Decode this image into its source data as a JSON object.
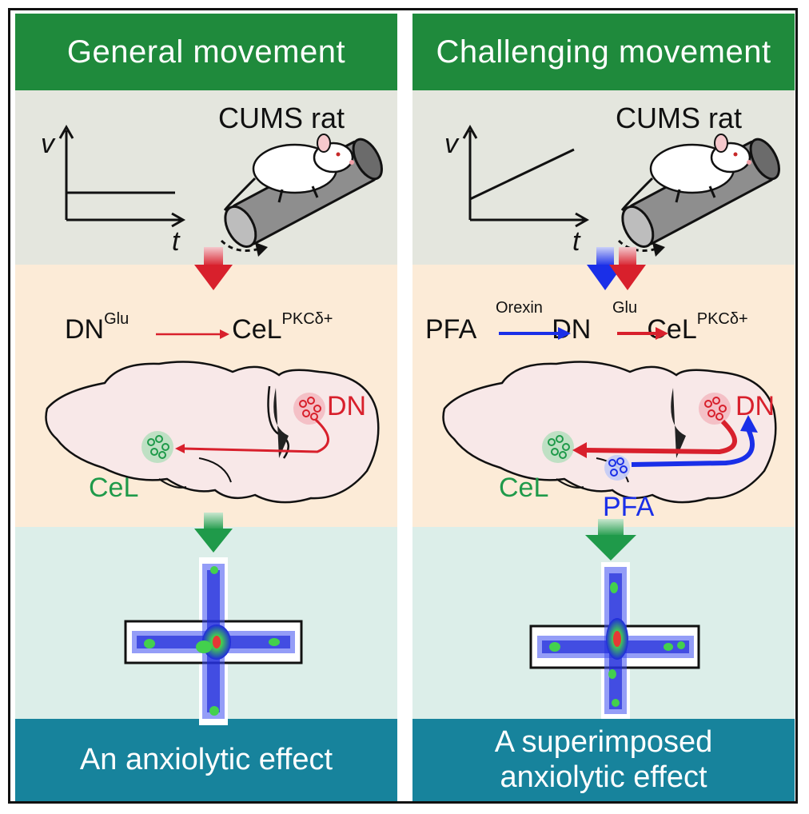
{
  "left": {
    "header": "General movement",
    "rat_label": "CUMS rat",
    "axis_v": "v",
    "axis_t": "t",
    "pathway": {
      "from": "DN",
      "from_sup": "Glu",
      "to": "CeL",
      "to_sup": "PKCδ+"
    },
    "brain_labels": {
      "dn": "DN",
      "cel": "CeL"
    },
    "footer": "An anxiolytic effect"
  },
  "right": {
    "header": "Challenging movement",
    "rat_label": "CUMS rat",
    "axis_v": "v",
    "axis_t": "t",
    "pathway": {
      "source": "PFA",
      "source_sup": "Orexin",
      "mid": "DN",
      "mid_sup": "Glu",
      "to": "CeL",
      "to_sup": "PKCδ+"
    },
    "brain_labels": {
      "dn": "DN",
      "cel": "CeL",
      "pfa": "PFA"
    },
    "footer_line1": "A superimposed",
    "footer_line2": "anxiolytic effect"
  },
  "colors": {
    "header_green": "#1f8a3c",
    "footer_teal": "#17839c",
    "dn_red": "#d8202c",
    "cel_green": "#1f9a4a",
    "pfa_blue": "#1a2fe8"
  },
  "icons": [
    "velocity-time-graph",
    "rat-on-rotarod",
    "brain-sagittal",
    "elevated-plus-maze-heatmap"
  ]
}
